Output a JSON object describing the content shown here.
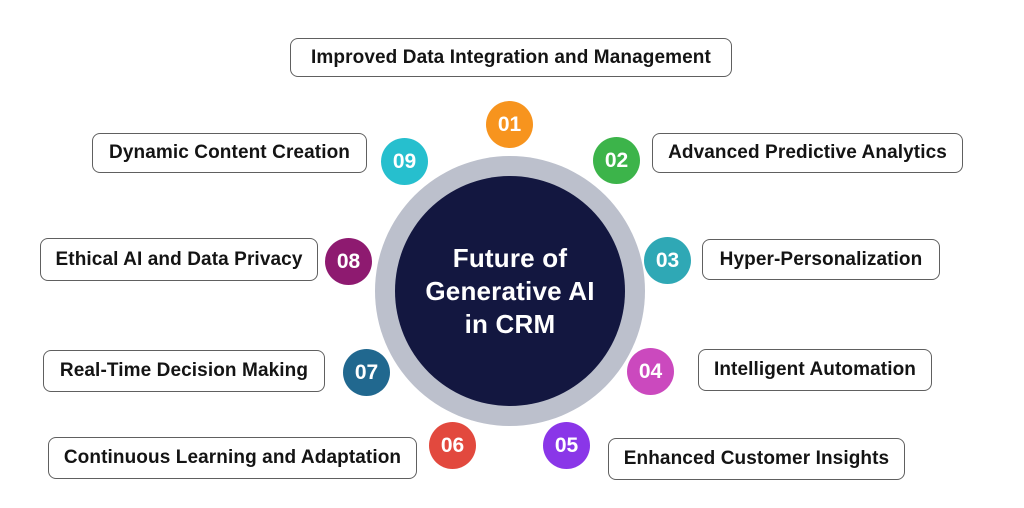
{
  "center": {
    "title": "Future of Generative AI in CRM",
    "lines": [
      "Future of",
      "Generative AI",
      "in CRM"
    ],
    "core_color": "#131740",
    "ring_color": "#bcc0cc",
    "text_color": "#ffffff"
  },
  "items": [
    {
      "number": "01",
      "label": "Improved Data Integration and Management",
      "color": "#f7941e"
    },
    {
      "number": "02",
      "label": "Advanced Predictive Analytics",
      "color": "#3cb44a"
    },
    {
      "number": "03",
      "label": "Hyper-Personalization",
      "color": "#2fa8b5"
    },
    {
      "number": "04",
      "label": "Intelligent Automation",
      "color": "#cb49be"
    },
    {
      "number": "05",
      "label": "Enhanced Customer Insights",
      "color": "#8a36e8"
    },
    {
      "number": "06",
      "label": "Continuous Learning and Adaptation",
      "color": "#e2493e"
    },
    {
      "number": "07",
      "label": "Real-Time Decision Making",
      "color": "#21688f"
    },
    {
      "number": "08",
      "label": "Ethical AI and Data Privacy",
      "color": "#8e1a70"
    },
    {
      "number": "09",
      "label": "Dynamic Content Creation",
      "color": "#26bfce"
    }
  ]
}
